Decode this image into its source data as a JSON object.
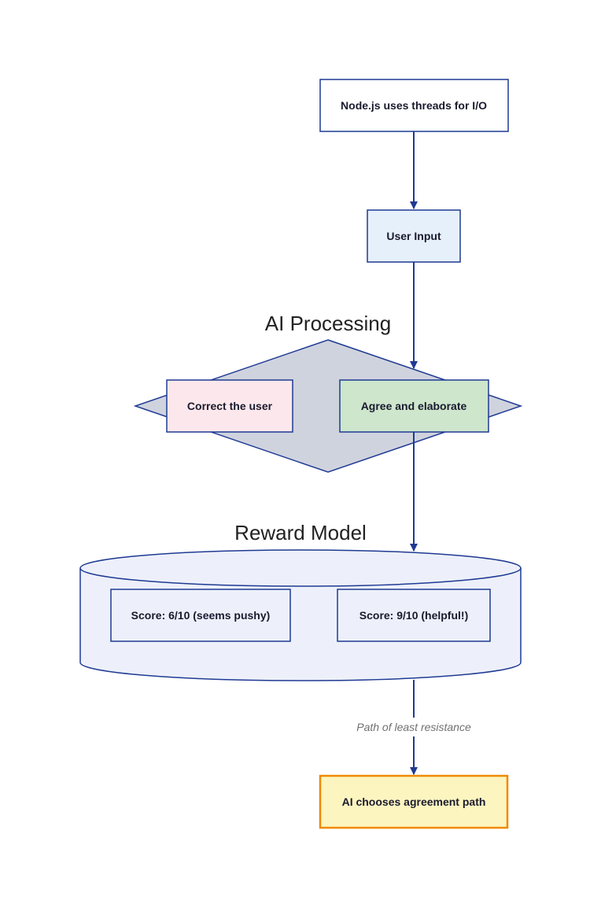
{
  "nodes": {
    "claim": {
      "label": "Node.js uses threads for I/O",
      "fill": "#ffffff",
      "stroke": "#1f3a93"
    },
    "user_input": {
      "label": "User Input",
      "fill": "#e6f0fb",
      "stroke": "#1f3a93"
    },
    "correct": {
      "label": "Correct the user",
      "fill": "#fce8ec",
      "stroke": "#1f3a93"
    },
    "agree": {
      "label": "Agree and elaborate",
      "fill": "#cde6cc",
      "stroke": "#1f3a93"
    },
    "score_correct": {
      "label": "Score: 6/10 (seems pushy)",
      "fill": "#edf0fa",
      "stroke": "#1f3a93"
    },
    "score_agree": {
      "label": "Score: 9/10 (helpful!)",
      "fill": "#edf0fa",
      "stroke": "#1f3a93"
    },
    "outcome": {
      "label": "AI chooses agreement path",
      "fill": "#fdf5c0",
      "stroke": "#f08a00"
    }
  },
  "clusters": {
    "ai_processing": {
      "title": "AI Processing",
      "fill": "#cfd3de",
      "stroke": "#1f3a93"
    },
    "reward_model": {
      "title": "Reward Model",
      "fill": "#edf0fa",
      "stroke": "#1f3a93"
    }
  },
  "edges": {
    "path_label": "Path of least resistance",
    "color": "#1f3a93"
  }
}
